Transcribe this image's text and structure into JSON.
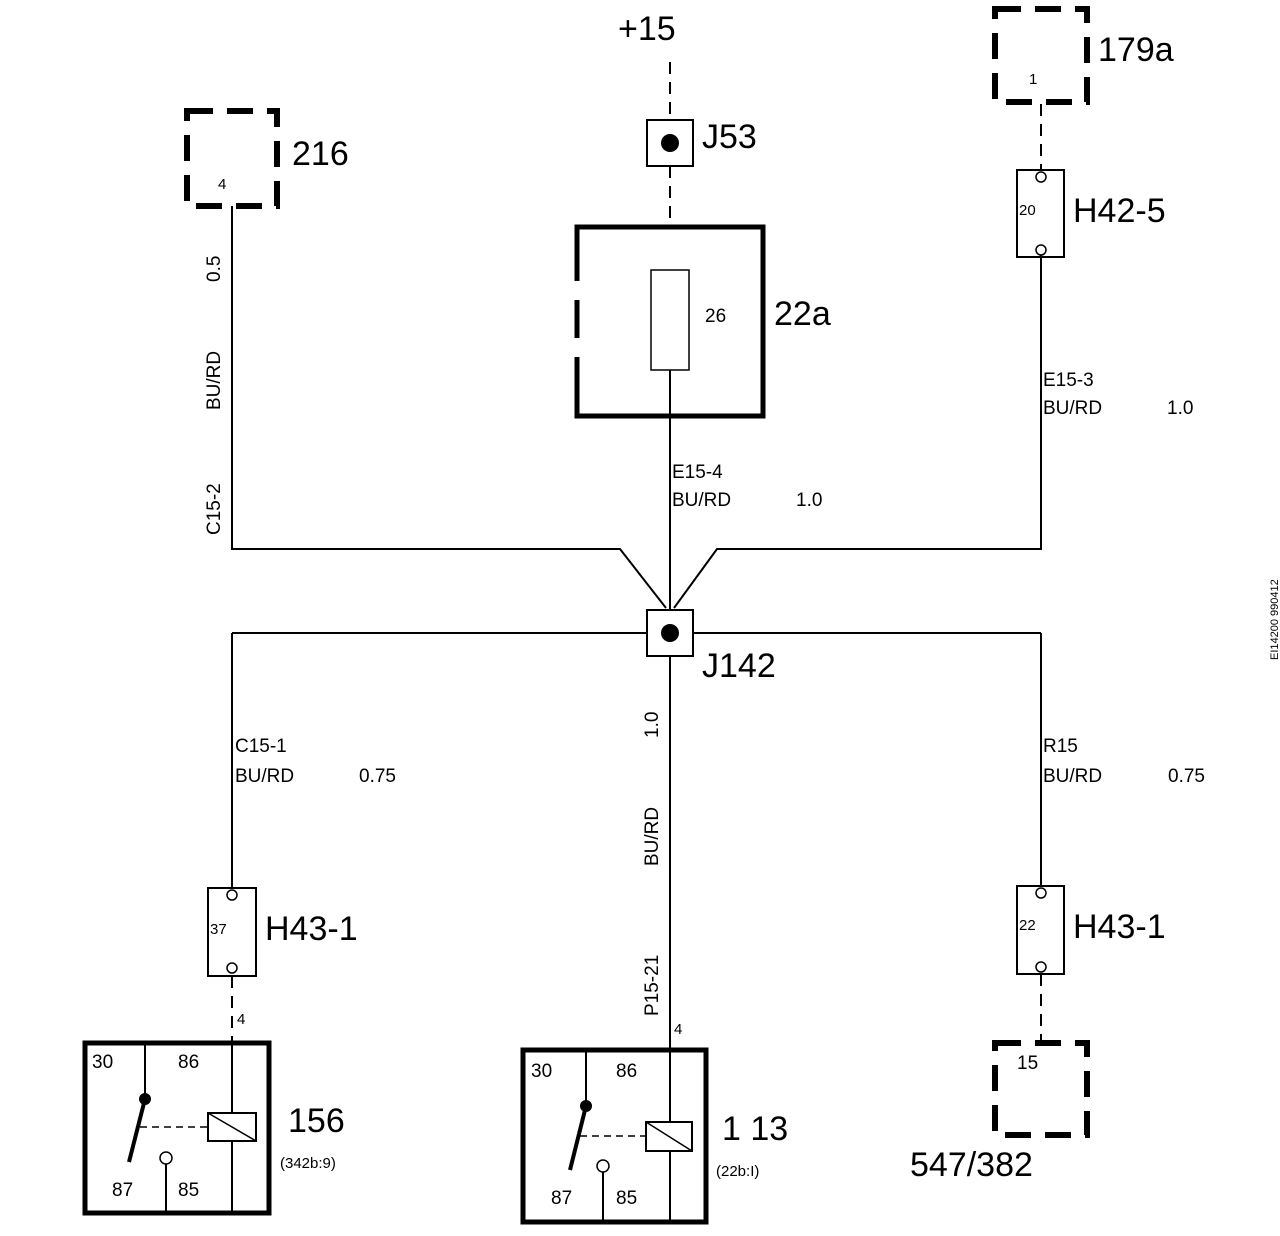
{
  "diagram": {
    "supply_label": "+15",
    "side_id": "EI14200 990412",
    "components": {
      "c216": {
        "id": "216",
        "pin": "4"
      },
      "c179a": {
        "id": "179a",
        "pin": "1"
      },
      "j53": {
        "id": "J53"
      },
      "fusebox": {
        "id": "22a",
        "fuse": "26"
      },
      "h42_5": {
        "id": "H42-5",
        "pin": "20"
      },
      "j142": {
        "id": "J142"
      },
      "h43_left": {
        "id": "H43-1",
        "pin": "37"
      },
      "h43_right": {
        "id": "H43-1",
        "pin": "22"
      },
      "relay156": {
        "id": "156",
        "ref": "(342b:9)",
        "pins": [
          "30",
          "86",
          "87",
          "85"
        ],
        "conn_pin": "4"
      },
      "relay113": {
        "id": "1 13",
        "ref": "(22b:I)",
        "pins": [
          "30",
          "86",
          "87",
          "85"
        ],
        "conn_pin": "4"
      },
      "c547": {
        "id": "547/382",
        "pin": "15"
      }
    },
    "wires": {
      "c15_2": {
        "code": "C15-2",
        "color": "BU/RD",
        "size": "0.5"
      },
      "e15_4": {
        "code": "E15-4",
        "color": "BU/RD",
        "size": "1.0"
      },
      "e15_3": {
        "code": "E15-3",
        "color": "BU/RD",
        "size": "1.0"
      },
      "c15_1": {
        "code": "C15-1",
        "color": "BU/RD",
        "size": "0.75"
      },
      "p15_21": {
        "code": "P15-21",
        "color": "BU/RD",
        "size": "1.0"
      },
      "r15": {
        "code": "R15",
        "color": "BU/RD",
        "size": "0.75"
      }
    }
  }
}
